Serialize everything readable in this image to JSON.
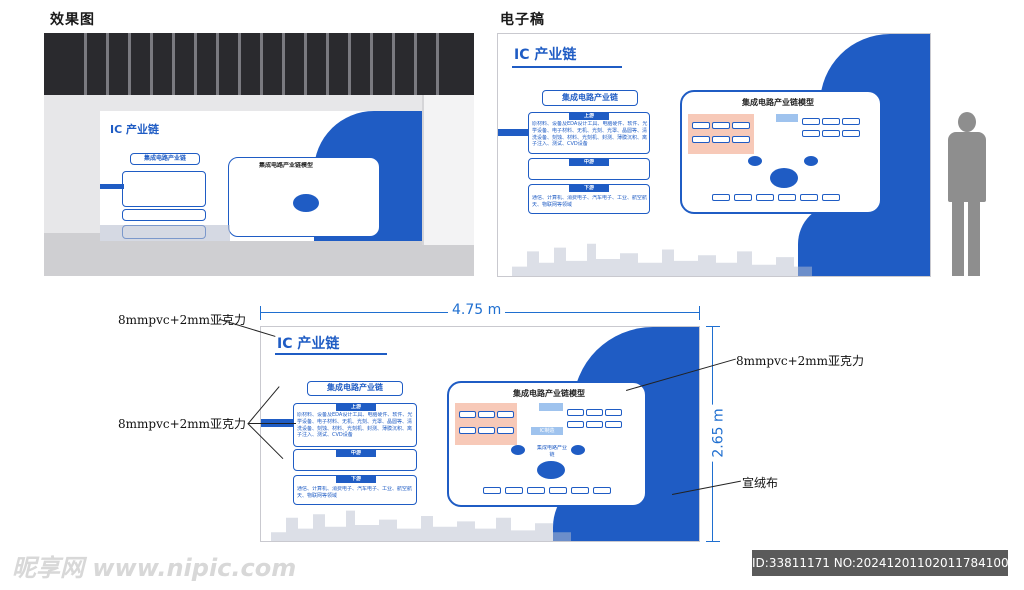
{
  "sections": {
    "rendering_title": "效果图",
    "electronic_title": "电子稿"
  },
  "wall": {
    "title": "IC 产业链",
    "chain_title": "集成电路产业链",
    "upstream_label": "上游",
    "upstream_text": "原材料、设备及EDA设计工具、电脑硬件、软件、光学设备、电子材料、无机、光刻、光罩、晶圆等、清洗设备、刻蚀、材料、光刻机、封测、薄膜沉积、离子注入、测试、CVD设备",
    "midstream_label": "中游",
    "downstream_label": "下游",
    "downstream_text": "通信、计算机、消费电子、汽车电子、工业、航空航天、物联网等领域",
    "model_title": "集成电路产业链模型",
    "center_label": "集成电路产业链",
    "ic_label": "IC制造"
  },
  "annotations": {
    "material_left": "8mmpvc+2mm亚克力",
    "material_mid": "8mmpvc+2mm亚克力",
    "material_right": "8mmpvc+2mm亚克力",
    "fabric": "宣绒布",
    "width": "4.75 m",
    "height": "2.65 m"
  },
  "footer": {
    "watermark": "昵享网 www.nipic.com",
    "id": "ID:33811171 NO:20241201102011784100"
  },
  "colors": {
    "brand_blue": "#1f5cc4",
    "dimension_blue": "#1f6fd0"
  }
}
